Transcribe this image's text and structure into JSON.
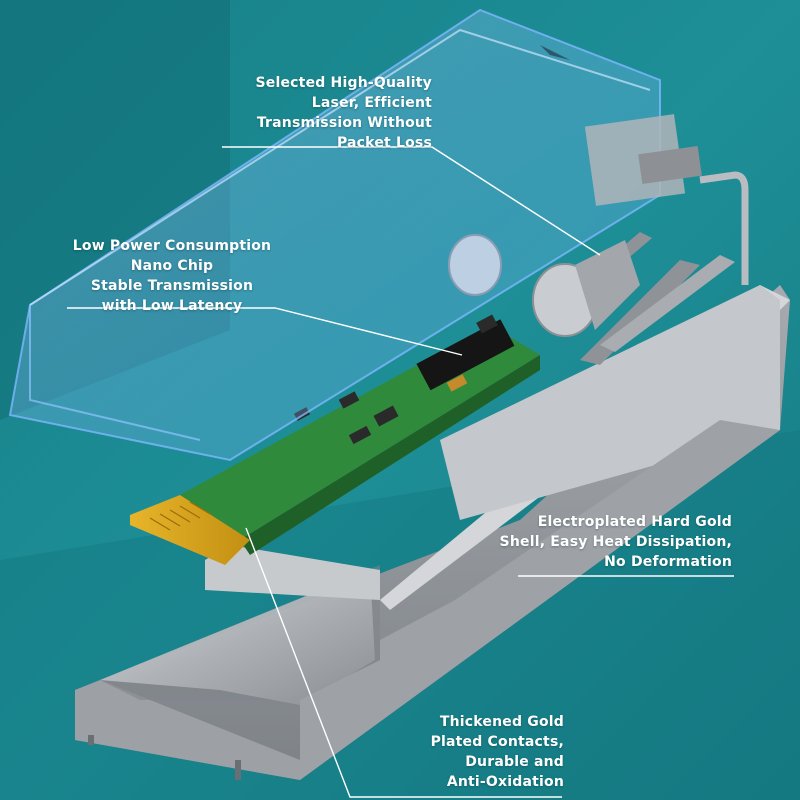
{
  "colors": {
    "background": "#1d8a92",
    "background_dark": "#136f78",
    "shell_metal": "#b9bcc0",
    "pcb_green": "#2f8a3c",
    "gold": "#d9a21f",
    "callout_text": "#ffffff"
  },
  "callouts": {
    "laser": [
      "Selected High-Quality",
      "Laser, Efficient",
      "Transmission Without",
      "Packet Loss"
    ],
    "chip": [
      "Low Power Consumption",
      "Nano Chip",
      "Stable Transmission",
      "with Low Latency"
    ],
    "shell": [
      "Electroplated Hard Gold",
      "Shell, Easy Heat Dissipation,",
      "No Deformation"
    ],
    "contacts": [
      "Thickened Gold",
      "Plated Contacts,",
      "Durable and",
      "Anti-Oxidation"
    ]
  }
}
